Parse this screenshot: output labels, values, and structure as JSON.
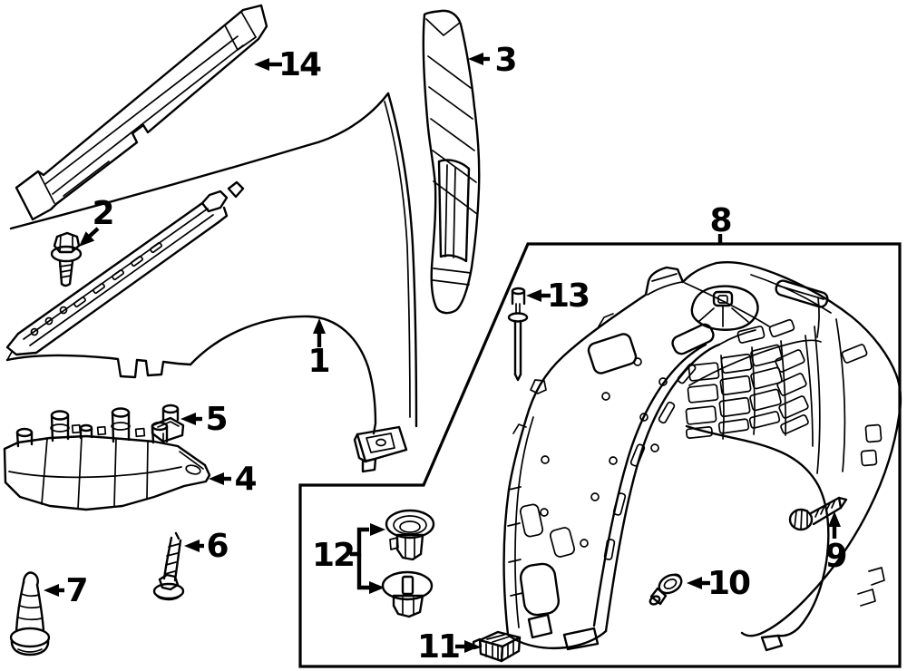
{
  "diagram": {
    "type": "exploded-parts-diagram",
    "background_color": "#ffffff",
    "line_color": "#000000",
    "label_color": "#000000",
    "callouts": [
      {
        "label": "1",
        "part": "front-fender-panel"
      },
      {
        "label": "2",
        "part": "hex-flange-bolt"
      },
      {
        "label": "3",
        "part": "cowl-side-trim"
      },
      {
        "label": "4",
        "part": "fender-mounting-bracket"
      },
      {
        "label": "5",
        "part": "clip-nut"
      },
      {
        "label": "6",
        "part": "tapping-screw"
      },
      {
        "label": "7",
        "part": "shouldered-screw"
      },
      {
        "label": "8",
        "part": "fender-liner-splash-shield"
      },
      {
        "label": "9",
        "part": "tapping-screw"
      },
      {
        "label": "10",
        "part": "push-clip"
      },
      {
        "label": "11",
        "part": "retainer-clip"
      },
      {
        "label": "12",
        "part": "grommet-nut-pair"
      },
      {
        "label": "13",
        "part": "pin-rivet"
      },
      {
        "label": "14",
        "part": "fender-insulator-molding"
      }
    ]
  }
}
